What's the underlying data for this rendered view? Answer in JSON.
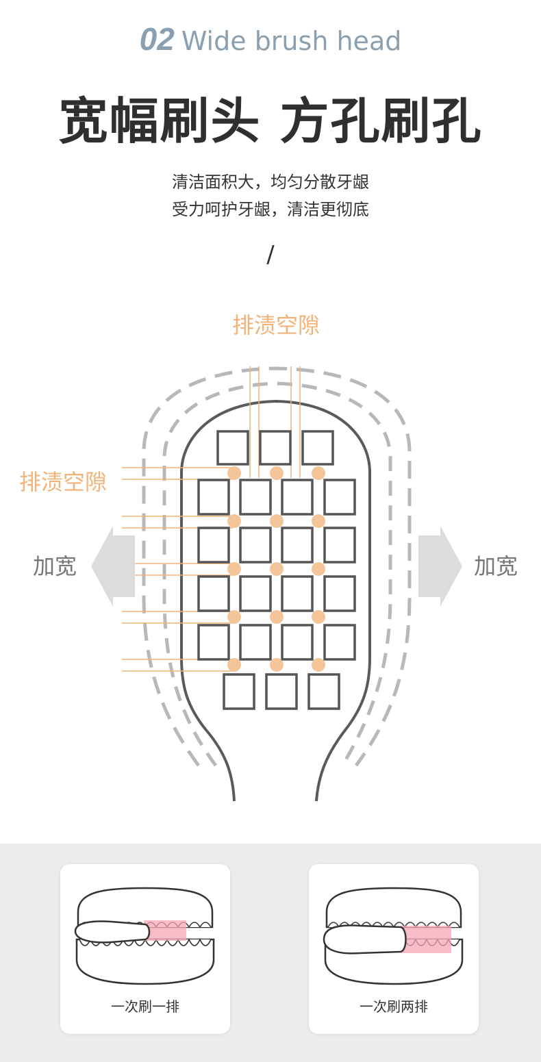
{
  "heading": {
    "number": "02",
    "subtitle": "Wide brush head"
  },
  "title": "宽幅刷头 方孔刷孔",
  "description": [
    "清洁面积大，均匀分散牙龈",
    "受力呵护牙龈，清洁更彻底"
  ],
  "divider": "/",
  "diagram": {
    "gap_label_top": "排渍空隙",
    "gap_label_left": "排渍空隙",
    "widen_left": "加宽",
    "widen_right": "加宽",
    "colors": {
      "outline": "#555555",
      "dashed_outline": "#b5b5b5",
      "accent": "#f5c59a",
      "accent_line": "#f3b277",
      "arrow": "#dddddd",
      "label_gray": "#777777"
    }
  },
  "comparison": {
    "cards": [
      {
        "label": "一次刷一排"
      },
      {
        "label": "一次刷两排"
      }
    ]
  }
}
